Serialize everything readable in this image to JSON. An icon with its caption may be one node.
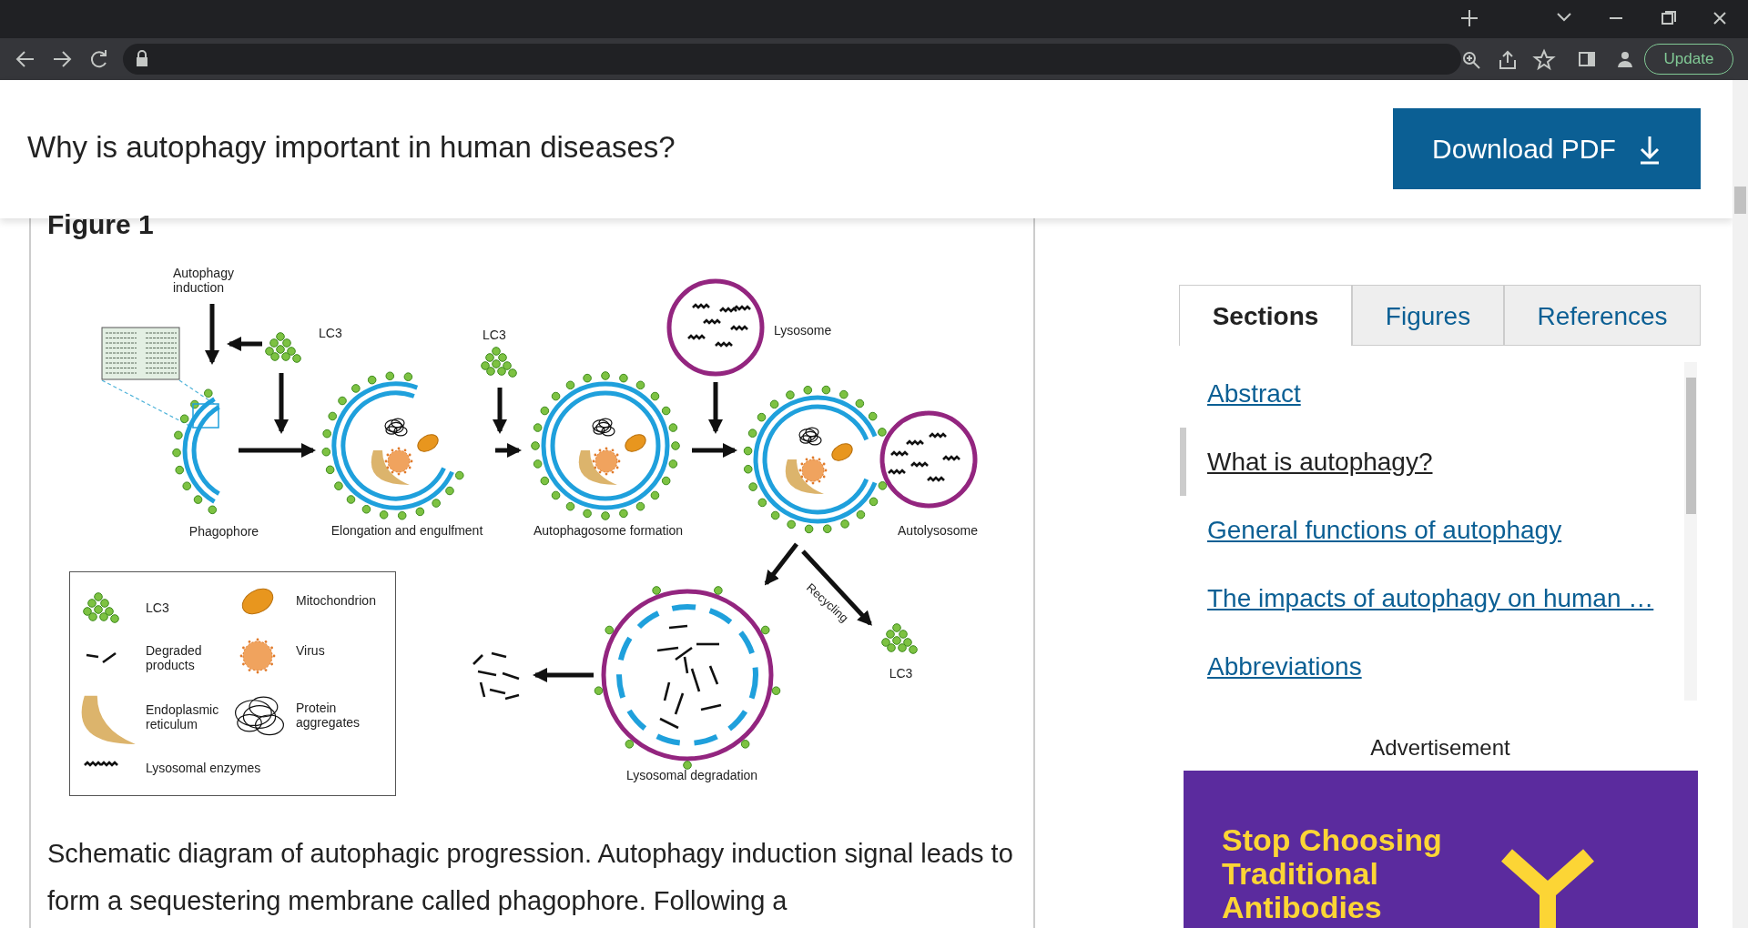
{
  "diagram": {
    "caption": "Schematic diagram of autophagic progression. Autophagy induction signal leads to form a sequestering membrane called phagophore. Following a",
    "nodes": [
      {
        "text": [
          "Autophagy induction"
        ]
      },
      {
        "text": [
          "LC3"
        ]
      },
      {
        "text": [
          "Phagophore"
        ]
      },
      {
        "text": [],
        "shape": "picture"
      },
      {
        "text": [
          "Elongation and engulfment"
        ]
      },
      {
        "text": [
          "LC3"
        ]
      },
      {
        "text": [
          "Autophagosome formation"
        ]
      },
      {
        "text": [
          "Lysosome"
        ]
      },
      {
        "text": [
          "Autolysosome"
        ]
      },
      {
        "text": [
          "Lysosomal degradation"
        ]
      },
      {
        "text": [
          "LC3"
        ]
      },
      {
        "text": [],
        "shape": "picture"
      }
    ],
    "edges": [
      {
        "from": 0,
        "to": 2,
        "arrow": "to"
      },
      {
        "from": 1,
        "to": 0,
        "arrow": "to"
      },
      {
        "from": 1,
        "to": 2,
        "arrow": "to"
      },
      {
        "from": 2,
        "to": 4,
        "arrow": "to"
      },
      {
        "from": 5,
        "to": 6,
        "arrow": "to"
      },
      {
        "from": 4,
        "to": 6,
        "arrow": "to"
      },
      {
        "from": 7,
        "to": 8,
        "arrow": "to"
      },
      {
        "from": 6,
        "to": 8,
        "arrow": "to"
      },
      {
        "from": 8,
        "to": 9,
        "arrow": "to"
      },
      {
        "from": 8,
        "to": 10,
        "arrow": "to",
        "label": "Recycling"
      },
      {
        "from": 9,
        "to": 11,
        "arrow": "to"
      },
      {
        "from": 3,
        "to": 2,
        "arrow": "none",
        "style": "dashed",
        "color": "#4fb3d9"
      }
    ],
    "labels": [
      "Why is autophagy important in human diseases?",
      "Download PDF",
      "Figure 1",
      "Sections",
      "Figures",
      "References",
      "Abstract",
      "What is autophagy?",
      "General functions of autophagy",
      "The impacts of autophagy on human …",
      "Abbreviations",
      "Advertisement",
      "Stop Choosing Traditional Antibodies",
      "Update"
    ],
    "legend": [
      {
        "text": "LC3"
      },
      {
        "text": "Mitochondrion"
      },
      {
        "text": "Degraded products"
      },
      {
        "text": "Virus"
      },
      {
        "text": "Endoplasmic reticulum"
      },
      {
        "text": "Protein aggregates"
      },
      {
        "text": "Lysosomal enzymes"
      }
    ]
  }
}
